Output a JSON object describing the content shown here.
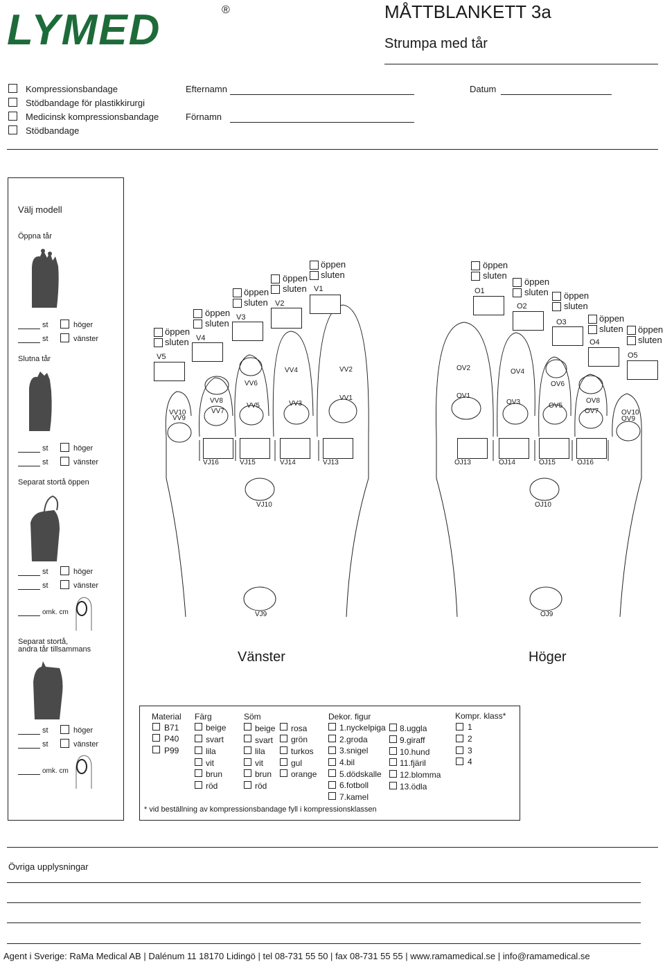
{
  "brand": {
    "logo_text": "LYMED",
    "registered": "®"
  },
  "header": {
    "title": "MÅTTBLANKETT 3a",
    "subtitle": "Strumpa med tår"
  },
  "product_types": [
    "Kompressionsbandage",
    "Stödbandage för plastikkirurgi",
    "Medicinsk kompressionsbandage",
    "Stödbandage"
  ],
  "patient": {
    "lastname_label": "Efternamn",
    "firstname_label": "Förnamn",
    "date_label": "Datum"
  },
  "model": {
    "title": "Välj modell",
    "open_toes": "Öppna tår",
    "closed_toes": "Slutna tår",
    "separate_big_open": "Separat stortå öppen",
    "separate_big_joined": "Separat stortå,",
    "separate_big_joined_2": "andra tår tillsammans",
    "st": "st",
    "hoger": "höger",
    "vanster": "vänster",
    "omk": "omk. cm"
  },
  "toe_options": {
    "open": "öppen",
    "closed": "sluten"
  },
  "left_foot": {
    "label": "Vänster",
    "toe_codes": [
      "V1",
      "V2",
      "V3",
      "V4",
      "V5"
    ],
    "vv": [
      "VV1",
      "VV2",
      "VV3",
      "VV4",
      "VV5",
      "VV6",
      "VV7",
      "VV8",
      "VV9",
      "VV10"
    ],
    "vj": [
      "VJ13",
      "VJ14",
      "VJ15",
      "VJ16"
    ],
    "vj10": "VJ10",
    "vj9": "VJ9"
  },
  "right_foot": {
    "label": "Höger",
    "toe_codes": [
      "O1",
      "O2",
      "O3",
      "O4",
      "O5"
    ],
    "ov": [
      "OV1",
      "OV2",
      "OV3",
      "OV4",
      "OV5",
      "OV6",
      "OV7",
      "OV8",
      "OV9",
      "OV10"
    ],
    "oj": [
      "OJ13",
      "OJ14",
      "OJ15",
      "OJ16"
    ],
    "oj10": "OJ10",
    "oj9": "OJ9"
  },
  "options": {
    "material": {
      "title": "Material",
      "items": [
        "B71",
        "P40",
        "P99"
      ]
    },
    "farg": {
      "title": "Färg",
      "items": [
        "beige",
        "svart",
        "lila",
        "vit",
        "brun",
        "röd"
      ]
    },
    "som": {
      "title": "Söm",
      "col1": [
        "beige",
        "svart",
        "lila",
        "vit",
        "brun",
        "röd"
      ],
      "col2": [
        "rosa",
        "grön",
        "turkos",
        "gul",
        "orange"
      ]
    },
    "dekor": {
      "title": "Dekor. figur",
      "col1": [
        "1.nyckelpiga",
        "2.groda",
        "3.snigel",
        "4.bil",
        "5.dödskalle",
        "6.fotboll",
        "7.kamel"
      ],
      "col2": [
        "8.uggla",
        "9.giraff",
        "10.hund",
        "11.fjäril",
        "12.blomma",
        "13.ödla"
      ]
    },
    "kompr": {
      "title": "Kompr. klass*",
      "items": [
        "1",
        "2",
        "3",
        "4"
      ]
    },
    "footnote": "* vid beställning av kompressionsbandage fyll i kompressionsklassen"
  },
  "other": {
    "title": "Övriga upplysningar"
  },
  "footer": {
    "agent": "Agent i Sverige:",
    "company": "RaMa Medical AB",
    "address": "Dalénum 11 18170 Lidingö",
    "tel": "tel 08-731 55 50",
    "fax": "fax 08-731 55 55",
    "web": "www.ramamedical.se",
    "email": "info@ramamedical.se",
    "sep": "|"
  },
  "colors": {
    "brand": "#1e6b3a",
    "ink": "#1a1a1a",
    "silhouette": "#4a4a4a"
  }
}
